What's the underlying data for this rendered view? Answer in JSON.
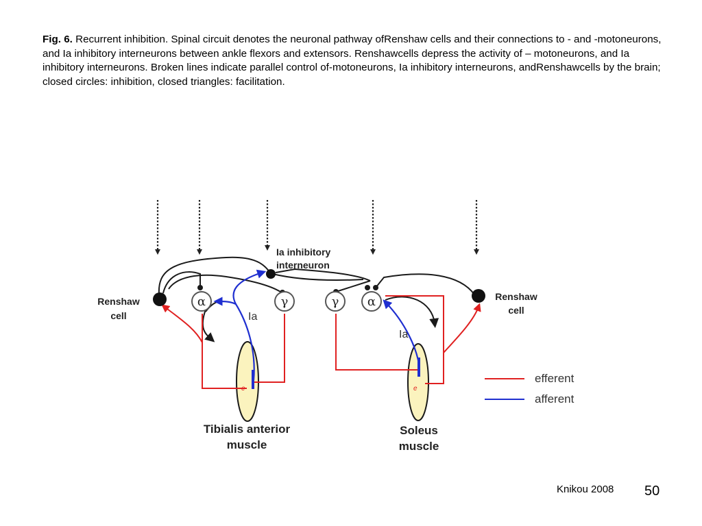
{
  "caption": {
    "prefix": "Fig. 6.",
    "text": "Recurrent inhibition. Spinal circuit denotes the neuronal pathway ofRenshaw cells and their connections to - and -motoneurons, and Ia inhibitory interneurons between ankle flexors and extensors. Renshawcells depress the activity of – motoneurons, and Ia inhibitory interneurons. Broken lines indicate parallel control of-motoneurons, Ia inhibitory interneurons, andRenshawcells by the brain; closed circles: inhibition, closed triangles: facilitation."
  },
  "diagram": {
    "renshaw_left": [
      "Renshaw",
      "cell"
    ],
    "renshaw_right": [
      "Renshaw",
      "cell"
    ],
    "interneuron": [
      "Ia inhibitory",
      "interneuron"
    ],
    "alpha": "α",
    "gamma": "γ",
    "ia_left": "Ia",
    "ia_right": "Ia",
    "muscle_left": [
      "Tibialis anterior",
      "muscle"
    ],
    "muscle_right": [
      "Soleus",
      "muscle"
    ],
    "colors": {
      "efferent": "#e02020",
      "afferent": "#1f2fd0",
      "muscle_fill": "#fbf3be",
      "neural": "#1a1a1a"
    }
  },
  "legend": {
    "efferent": "efferent",
    "afferent": "afferent"
  },
  "footer": {
    "credit": "Knikou 2008",
    "page": "50"
  }
}
